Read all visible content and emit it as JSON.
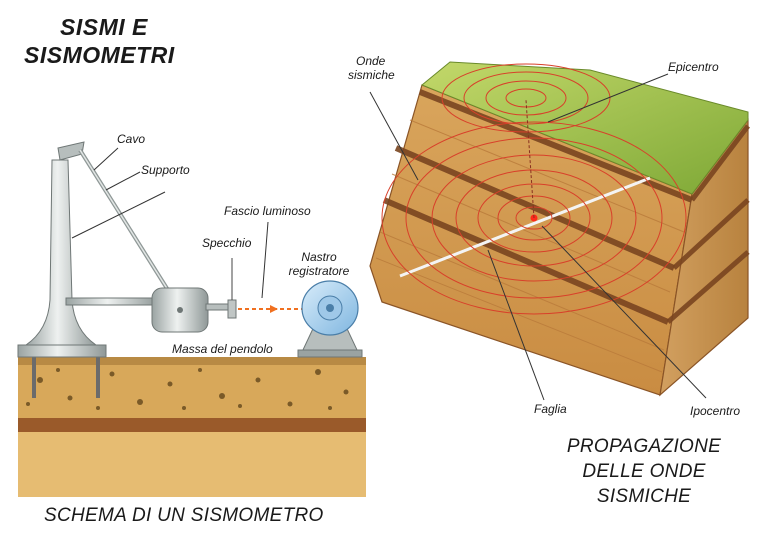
{
  "title": {
    "line1": "SISMI E",
    "line2": "SISMOMETRI"
  },
  "seismometer": {
    "caption": "SCHEMA DI UN SISMOMETRO",
    "labels": {
      "cavo": "Cavo",
      "supporto": "Supporto",
      "fascio": "Fascio luminoso",
      "specchio": "Specchio",
      "nastro1": "Nastro",
      "nastro2": "registratore",
      "massa": "Massa del pendolo"
    }
  },
  "propagation": {
    "caption1": "PROPAGAZIONE",
    "caption2": "DELLE ONDE",
    "caption3": "SISMICHE",
    "labels": {
      "onde1": "Onde",
      "onde2": "sismiche",
      "epicentro": "Epicentro",
      "faglia": "Faglia",
      "ipocentro": "Ipocentro"
    }
  },
  "colors": {
    "ground": "#d8a85a",
    "ground_dark": "#9a5a2a",
    "grass": "#9ec04a",
    "metal": "#c7cdcc",
    "waves": "#d8402a",
    "beam": "#f07020"
  }
}
